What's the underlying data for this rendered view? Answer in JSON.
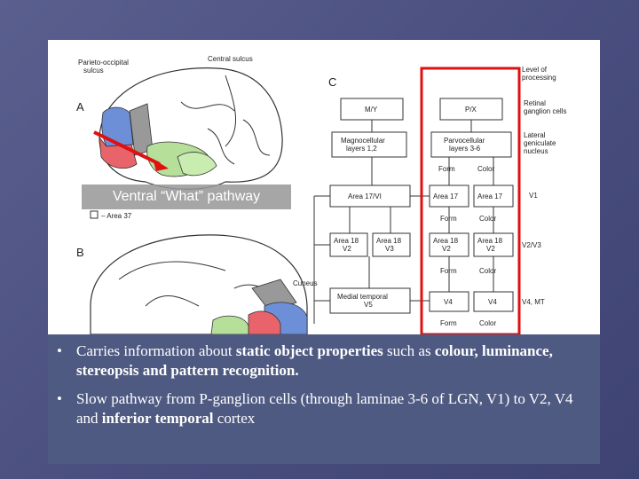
{
  "figure": {
    "panel_a": "A",
    "panel_b": "B",
    "panel_c": "C",
    "parieto": [
      "Parieto-occipital",
      "sulcus"
    ],
    "central_sulcus": "Central sulcus",
    "cuneus": "Cuneus",
    "legend_37": "Area 37",
    "col_headers": [
      "Level of",
      "processing"
    ],
    "row_labels": {
      "retinal": [
        "Retinal",
        "ganglion cells"
      ],
      "lgn": [
        "Lateral",
        "geniculate",
        "nucleus"
      ],
      "v1": "V1",
      "v2v3": "V2/V3",
      "v4mt": "V4, MT"
    },
    "boxes": {
      "my": "M/Y",
      "px": "P/X",
      "magno": [
        "Magnocellular",
        "layers 1,2"
      ],
      "parvo": [
        "Parvocellular",
        "layers 3-6"
      ],
      "area17vi": "Area 17/VI",
      "area17a": "Area 17",
      "area17b": "Area 17",
      "a18v2": [
        "Area 18",
        "V2"
      ],
      "a18v3": [
        "Area 18",
        "V3"
      ],
      "a18v2b": [
        "Area 18",
        "V2"
      ],
      "a18v2c": [
        "Area 18",
        "V2"
      ],
      "medial": [
        "Medial temporal",
        "V5"
      ],
      "v4a": "V4",
      "v4b": "V4"
    },
    "form": "Form",
    "color": "Color"
  },
  "overlay_label": "Ventral “What” pathway",
  "bullet_symbol": "•",
  "bullets": [
    {
      "parts": [
        "Carries information about ",
        "static object properties",
        " such as ",
        "colour, luminance, stereopsis and pattern recognition."
      ]
    },
    {
      "parts": [
        "Slow pathway from P-ganglion cells (through laminae 3-6 of LGN, V1) to V2, V4 and ",
        "inferior temporal",
        " cortex"
      ]
    }
  ]
}
